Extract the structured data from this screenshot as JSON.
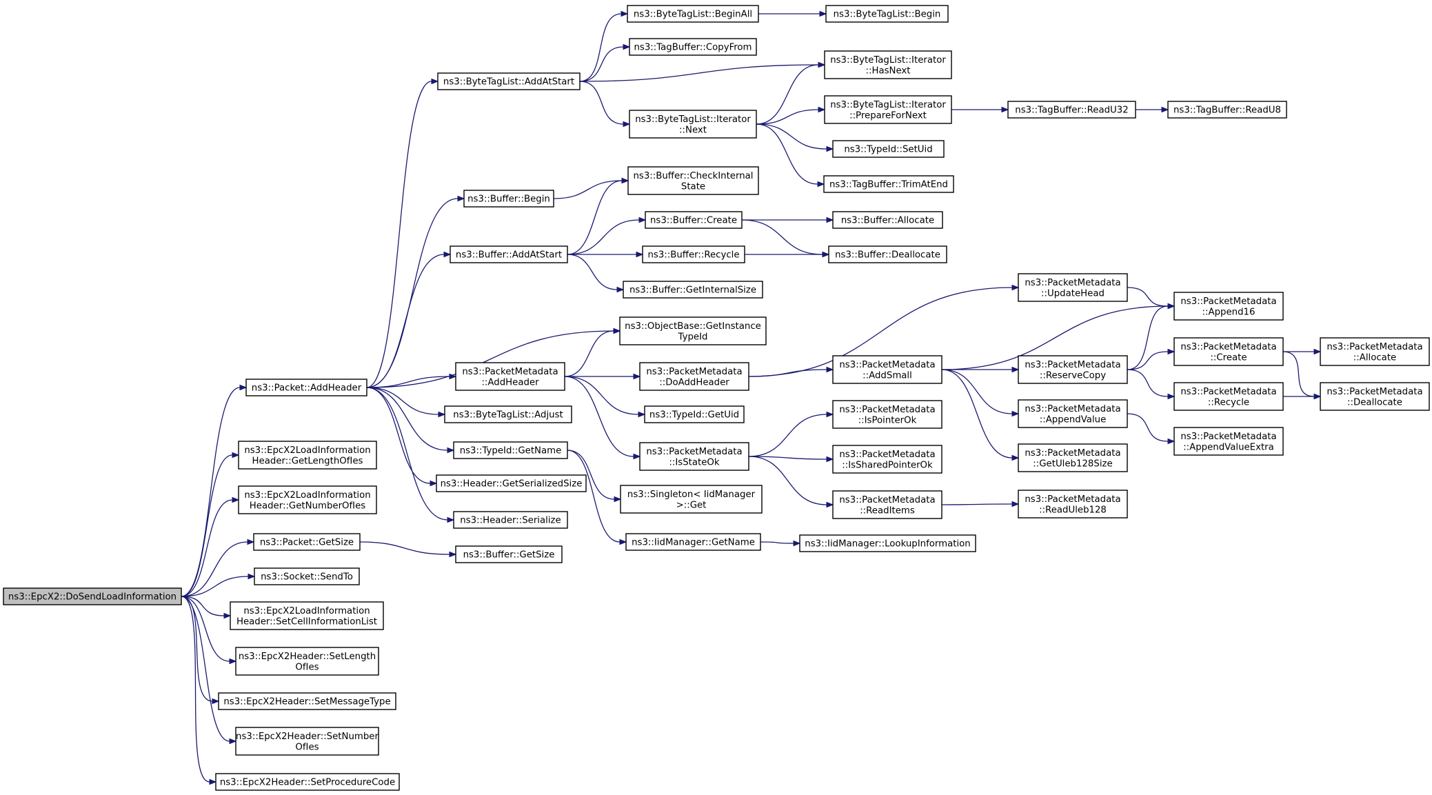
{
  "graph": {
    "edge_color": "#191970",
    "node_fill": "#ffffff",
    "root_fill": "#bfbfbf",
    "nodes": [
      {
        "id": "root",
        "lines": [
          "ns3::EpcX2::DoSendLoadInformation"
        ]
      },
      {
        "id": "addHeader",
        "lines": [
          "ns3::Packet::AddHeader"
        ]
      },
      {
        "id": "getLengthOfIes",
        "lines": [
          "ns3::EpcX2LoadInformation",
          "Header::GetLengthOfIes"
        ]
      },
      {
        "id": "getNumberOfIes",
        "lines": [
          "ns3::EpcX2LoadInformation",
          "Header::GetNumberOfIes"
        ]
      },
      {
        "id": "packetGetSize",
        "lines": [
          "ns3::Packet::GetSize"
        ]
      },
      {
        "id": "sendTo",
        "lines": [
          "ns3::Socket::SendTo"
        ]
      },
      {
        "id": "setCellInfo",
        "lines": [
          "ns3::EpcX2LoadInformation",
          "Header::SetCellInformationList"
        ]
      },
      {
        "id": "setLengthOfIes",
        "lines": [
          "ns3::EpcX2Header::SetLength",
          "OfIes"
        ]
      },
      {
        "id": "setMessageType",
        "lines": [
          "ns3::EpcX2Header::SetMessageType"
        ]
      },
      {
        "id": "setNumberOfIes",
        "lines": [
          "ns3::EpcX2Header::SetNumber",
          "OfIes"
        ]
      },
      {
        "id": "setProcCode",
        "lines": [
          "ns3::EpcX2Header::SetProcedureCode"
        ]
      },
      {
        "id": "btlAddAtStart",
        "lines": [
          "ns3::ByteTagList::AddAtStart"
        ]
      },
      {
        "id": "bufBegin",
        "lines": [
          "ns3::Buffer::Begin"
        ]
      },
      {
        "id": "bufAddAtStart",
        "lines": [
          "ns3::Buffer::AddAtStart"
        ]
      },
      {
        "id": "objGetInstance",
        "lines": [
          "ns3::ObjectBase::GetInstance",
          "TypeId"
        ]
      },
      {
        "id": "pmAddHeader",
        "lines": [
          "ns3::PacketMetadata",
          "::AddHeader"
        ]
      },
      {
        "id": "btlAdjust",
        "lines": [
          "ns3::ByteTagList::Adjust"
        ]
      },
      {
        "id": "typeGetName",
        "lines": [
          "ns3::TypeId::GetName"
        ]
      },
      {
        "id": "hdrGetSerSize",
        "lines": [
          "ns3::Header::GetSerializedSize"
        ]
      },
      {
        "id": "hdrSerialize",
        "lines": [
          "ns3::Header::Serialize"
        ]
      },
      {
        "id": "bufGetSize",
        "lines": [
          "ns3::Buffer::GetSize"
        ]
      },
      {
        "id": "btlBeginAll",
        "lines": [
          "ns3::ByteTagList::BeginAll"
        ]
      },
      {
        "id": "tbCopyFrom",
        "lines": [
          "ns3::TagBuffer::CopyFrom"
        ]
      },
      {
        "id": "btlItNext",
        "lines": [
          "ns3::ByteTagList::Iterator",
          "::Next"
        ]
      },
      {
        "id": "bufCheckInternal",
        "lines": [
          "ns3::Buffer::CheckInternal",
          "State"
        ]
      },
      {
        "id": "bufCreate",
        "lines": [
          "ns3::Buffer::Create"
        ]
      },
      {
        "id": "bufRecycle",
        "lines": [
          "ns3::Buffer::Recycle"
        ]
      },
      {
        "id": "bufGetInternalSize",
        "lines": [
          "ns3::Buffer::GetInternalSize"
        ]
      },
      {
        "id": "pmDoAddHeader",
        "lines": [
          "ns3::PacketMetadata",
          "::DoAddHeader"
        ]
      },
      {
        "id": "typeGetUid",
        "lines": [
          "ns3::TypeId::GetUid"
        ]
      },
      {
        "id": "pmIsStateOk",
        "lines": [
          "ns3::PacketMetadata",
          "::IsStateOk"
        ]
      },
      {
        "id": "singletonGet",
        "lines": [
          "ns3::Singleton< IidManager",
          ">::Get"
        ]
      },
      {
        "id": "iidGetName",
        "lines": [
          "ns3::IidManager::GetName"
        ]
      },
      {
        "id": "btlBegin",
        "lines": [
          "ns3::ByteTagList::Begin"
        ]
      },
      {
        "id": "btlItHasNext",
        "lines": [
          "ns3::ByteTagList::Iterator",
          "::HasNext"
        ]
      },
      {
        "id": "btlItPrepare",
        "lines": [
          "ns3::ByteTagList::Iterator",
          "::PrepareForNext"
        ]
      },
      {
        "id": "typeSetUid",
        "lines": [
          "ns3::TypeId::SetUid"
        ]
      },
      {
        "id": "tbTrimAtEnd",
        "lines": [
          "ns3::TagBuffer::TrimAtEnd"
        ]
      },
      {
        "id": "bufAllocate",
        "lines": [
          "ns3::Buffer::Allocate"
        ]
      },
      {
        "id": "bufDeallocate",
        "lines": [
          "ns3::Buffer::Deallocate"
        ]
      },
      {
        "id": "pmAddSmall",
        "lines": [
          "ns3::PacketMetadata",
          "::AddSmall"
        ]
      },
      {
        "id": "pmIsPointerOk",
        "lines": [
          "ns3::PacketMetadata",
          "::IsPointerOk"
        ]
      },
      {
        "id": "pmIsSharedPointerOk",
        "lines": [
          "ns3::PacketMetadata",
          "::IsSharedPointerOk"
        ]
      },
      {
        "id": "pmReadItems",
        "lines": [
          "ns3::PacketMetadata",
          "::ReadItems"
        ]
      },
      {
        "id": "iidLookup",
        "lines": [
          "ns3::IidManager::LookupInformation"
        ]
      },
      {
        "id": "tbReadU32",
        "lines": [
          "ns3::TagBuffer::ReadU32"
        ]
      },
      {
        "id": "pmUpdateHead",
        "lines": [
          "ns3::PacketMetadata",
          "::UpdateHead"
        ]
      },
      {
        "id": "pmReserveCopy",
        "lines": [
          "ns3::PacketMetadata",
          "::ReserveCopy"
        ]
      },
      {
        "id": "pmAppendValue",
        "lines": [
          "ns3::PacketMetadata",
          "::AppendValue"
        ]
      },
      {
        "id": "pmGetUleb",
        "lines": [
          "ns3::PacketMetadata",
          "::GetUleb128Size"
        ]
      },
      {
        "id": "pmReadUleb",
        "lines": [
          "ns3::PacketMetadata",
          "::ReadUleb128"
        ]
      },
      {
        "id": "tbReadU8",
        "lines": [
          "ns3::TagBuffer::ReadU8"
        ]
      },
      {
        "id": "pmAppend16",
        "lines": [
          "ns3::PacketMetadata",
          "::Append16"
        ]
      },
      {
        "id": "pmCreate",
        "lines": [
          "ns3::PacketMetadata",
          "::Create"
        ]
      },
      {
        "id": "pmRecycle",
        "lines": [
          "ns3::PacketMetadata",
          "::Recycle"
        ]
      },
      {
        "id": "pmAppendValueExtra",
        "lines": [
          "ns3::PacketMetadata",
          "::AppendValueExtra"
        ]
      },
      {
        "id": "pmAllocate",
        "lines": [
          "ns3::PacketMetadata",
          "::Allocate"
        ]
      },
      {
        "id": "pmDeallocate",
        "lines": [
          "ns3::PacketMetadata",
          "::Deallocate"
        ]
      }
    ],
    "edges": [
      [
        "root",
        "addHeader"
      ],
      [
        "root",
        "getLengthOfIes"
      ],
      [
        "root",
        "getNumberOfIes"
      ],
      [
        "root",
        "packetGetSize"
      ],
      [
        "root",
        "sendTo"
      ],
      [
        "root",
        "setCellInfo"
      ],
      [
        "root",
        "setLengthOfIes"
      ],
      [
        "root",
        "setMessageType"
      ],
      [
        "root",
        "setNumberOfIes"
      ],
      [
        "root",
        "setProcCode"
      ],
      [
        "addHeader",
        "btlAddAtStart"
      ],
      [
        "addHeader",
        "bufBegin"
      ],
      [
        "addHeader",
        "bufAddAtStart"
      ],
      [
        "addHeader",
        "objGetInstance"
      ],
      [
        "addHeader",
        "pmAddHeader"
      ],
      [
        "addHeader",
        "btlAdjust"
      ],
      [
        "addHeader",
        "typeGetName"
      ],
      [
        "addHeader",
        "hdrGetSerSize"
      ],
      [
        "addHeader",
        "hdrSerialize"
      ],
      [
        "packetGetSize",
        "bufGetSize"
      ],
      [
        "btlAddAtStart",
        "btlBeginAll"
      ],
      [
        "btlAddAtStart",
        "tbCopyFrom"
      ],
      [
        "btlAddAtStart",
        "btlItHasNext"
      ],
      [
        "btlAddAtStart",
        "btlItNext"
      ],
      [
        "btlBeginAll",
        "btlBegin"
      ],
      [
        "btlItNext",
        "btlItHasNext"
      ],
      [
        "btlItNext",
        "btlItPrepare"
      ],
      [
        "btlItNext",
        "typeSetUid"
      ],
      [
        "btlItNext",
        "tbTrimAtEnd"
      ],
      [
        "btlItPrepare",
        "tbReadU32"
      ],
      [
        "tbReadU32",
        "tbReadU8"
      ],
      [
        "bufBegin",
        "bufCheckInternal"
      ],
      [
        "bufAddAtStart",
        "bufCheckInternal"
      ],
      [
        "bufAddAtStart",
        "bufCreate"
      ],
      [
        "bufAddAtStart",
        "bufRecycle"
      ],
      [
        "bufAddAtStart",
        "bufGetInternalSize"
      ],
      [
        "bufCreate",
        "bufAllocate"
      ],
      [
        "bufCreate",
        "bufDeallocate"
      ],
      [
        "bufRecycle",
        "bufDeallocate"
      ],
      [
        "pmAddHeader",
        "objGetInstance"
      ],
      [
        "pmAddHeader",
        "pmDoAddHeader"
      ],
      [
        "pmAddHeader",
        "typeGetUid"
      ],
      [
        "pmAddHeader",
        "pmIsStateOk"
      ],
      [
        "pmDoAddHeader",
        "pmUpdateHead"
      ],
      [
        "pmDoAddHeader",
        "pmAddSmall"
      ],
      [
        "pmIsStateOk",
        "pmIsPointerOk"
      ],
      [
        "pmIsStateOk",
        "pmIsSharedPointerOk"
      ],
      [
        "pmIsStateOk",
        "pmReadItems"
      ],
      [
        "pmReadItems",
        "pmReadUleb"
      ],
      [
        "typeGetName",
        "singletonGet"
      ],
      [
        "typeGetName",
        "iidGetName"
      ],
      [
        "iidGetName",
        "iidLookup"
      ],
      [
        "pmUpdateHead",
        "pmAppend16"
      ],
      [
        "pmAddSmall",
        "pmAppend16"
      ],
      [
        "pmAddSmall",
        "pmReserveCopy"
      ],
      [
        "pmAddSmall",
        "pmAppendValue"
      ],
      [
        "pmAddSmall",
        "pmGetUleb"
      ],
      [
        "pmReserveCopy",
        "pmAppend16"
      ],
      [
        "pmReserveCopy",
        "pmCreate"
      ],
      [
        "pmReserveCopy",
        "pmRecycle"
      ],
      [
        "pmAppendValue",
        "pmAppendValueExtra"
      ],
      [
        "pmCreate",
        "pmAllocate"
      ],
      [
        "pmCreate",
        "pmDeallocate"
      ],
      [
        "pmRecycle",
        "pmDeallocate"
      ]
    ]
  }
}
